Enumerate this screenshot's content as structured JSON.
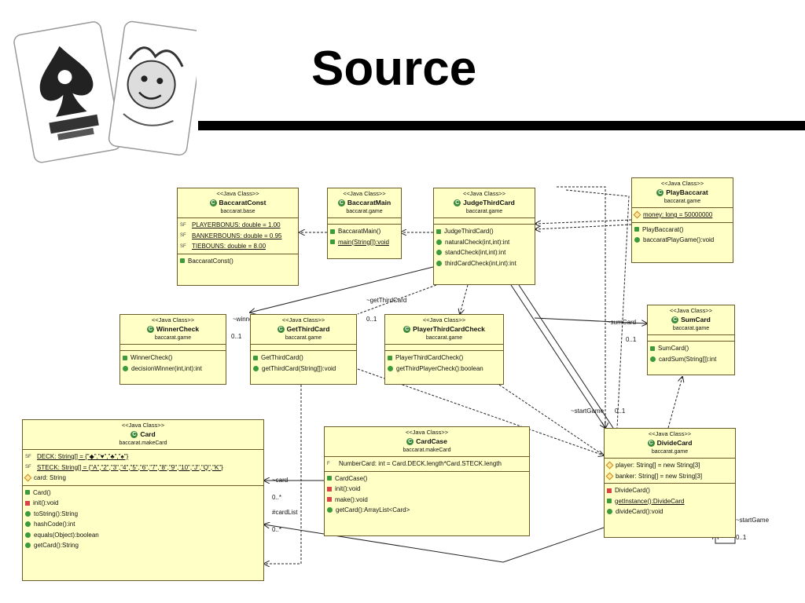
{
  "slide": {
    "title": "Source"
  },
  "classes": {
    "baccaratconst": {
      "stereotype": "<<Java Class>>",
      "name": "BaccaratConst",
      "package": "baccarat.base",
      "fields": [
        "PLAYERBONUS: double = 1.00",
        "BANKERBOUNS: double = 0.95",
        "TIEBOUNS: double = 8.00"
      ],
      "methods": [
        "BaccaratConst()"
      ]
    },
    "baccaratmain": {
      "stereotype": "<<Java Class>>",
      "name": "BaccaratMain",
      "package": "baccarat.game",
      "methods": [
        "BaccaratMain()",
        "main(String[]):void"
      ]
    },
    "judgethirdcard": {
      "stereotype": "<<Java Class>>",
      "name": "JudgeThirdCard",
      "package": "baccarat.game",
      "methods": [
        "JudgeThirdCard()",
        "naturalCheck(int,int):int",
        "standCheck(int,int):int",
        "thirdCardCheck(int,int):int"
      ]
    },
    "playbaccarat": {
      "stereotype": "<<Java Class>>",
      "name": "PlayBaccarat",
      "package": "baccarat.game",
      "fields": [
        "money: long = 50000000"
      ],
      "methods": [
        "PlayBaccarat()",
        "baccaratPlayGame():void"
      ]
    },
    "winnercheck": {
      "stereotype": "<<Java Class>>",
      "name": "WinnerCheck",
      "package": "baccarat.game",
      "methods": [
        "WinnerCheck()",
        "decisionWinner(int,int):int"
      ]
    },
    "getthirdcard": {
      "stereotype": "<<Java Class>>",
      "name": "GetThirdCard",
      "package": "baccarat.game",
      "methods": [
        "GetThirdCard()",
        "getThirdCard(String[]):void"
      ]
    },
    "playerthirdcardcheck": {
      "stereotype": "<<Java Class>>",
      "name": "PlayerThirdCardCheck",
      "package": "baccarat.game",
      "methods": [
        "PlayerThirdCardCheck()",
        "getThirdPlayerCheck():boolean"
      ]
    },
    "sumcard": {
      "stereotype": "<<Java Class>>",
      "name": "SumCard",
      "package": "baccarat.game",
      "methods": [
        "SumCard()",
        "cardSum(String[]):int"
      ]
    },
    "card": {
      "stereotype": "<<Java Class>>",
      "name": "Card",
      "package": "baccarat.makeCard",
      "fields": [
        "DECK: String[] = {\"◆\",\"♥\",\"♣\",\"♠\"}",
        "STECK: String[] = {\"A\",\"2\",\"3\",\"4\",\"5\",\"6\",\"7\",\"8\",\"9\",\"10\",\"J\",\"Q\",\"K\"}",
        "card: String"
      ],
      "methods": [
        "Card()",
        "init():void",
        "toString():String",
        "hashCode():int",
        "equals(Object):boolean",
        "getCard():String"
      ]
    },
    "cardcase": {
      "stereotype": "<<Java Class>>",
      "name": "CardCase",
      "package": "baccarat.makeCard",
      "fields": [
        "NumberCard: int = Card.DECK.length*Card.STECK.length"
      ],
      "methods": [
        "CardCase()",
        "init():void",
        "make():void",
        "getCard():ArrayList<Card>"
      ]
    },
    "dividecard": {
      "stereotype": "<<Java Class>>",
      "name": "DivideCard",
      "package": "baccarat.game",
      "fields": [
        "player: String[] = new String[3]",
        "banker: String[] = new String[3]"
      ],
      "methods": [
        "DivideCard()",
        "getInstance():DivideCard",
        "divideCard():void"
      ]
    }
  },
  "edge_labels": {
    "winnercheck_role": "~winnerCheck",
    "winnercheck_mult": "0..1",
    "getthirdcard_role": "~getThirdCard",
    "getthirdcard_mult": "0..1",
    "sumcard_role": "~sumCard",
    "sumcard_mult": "0..1",
    "startgame_role": "~startGame",
    "startgame_mult": "0..1",
    "card_role": "~card",
    "card_mult": "0..*",
    "cardlist_role": "#cardList",
    "cardlist_mult": "0..*",
    "startgame_self_role": "~startGame",
    "startgame_self_mult": "0..1"
  },
  "colors": {
    "class_fill": "#ffffc6",
    "class_border": "#6b5a2a",
    "class_icon": "#3a8a3a"
  }
}
